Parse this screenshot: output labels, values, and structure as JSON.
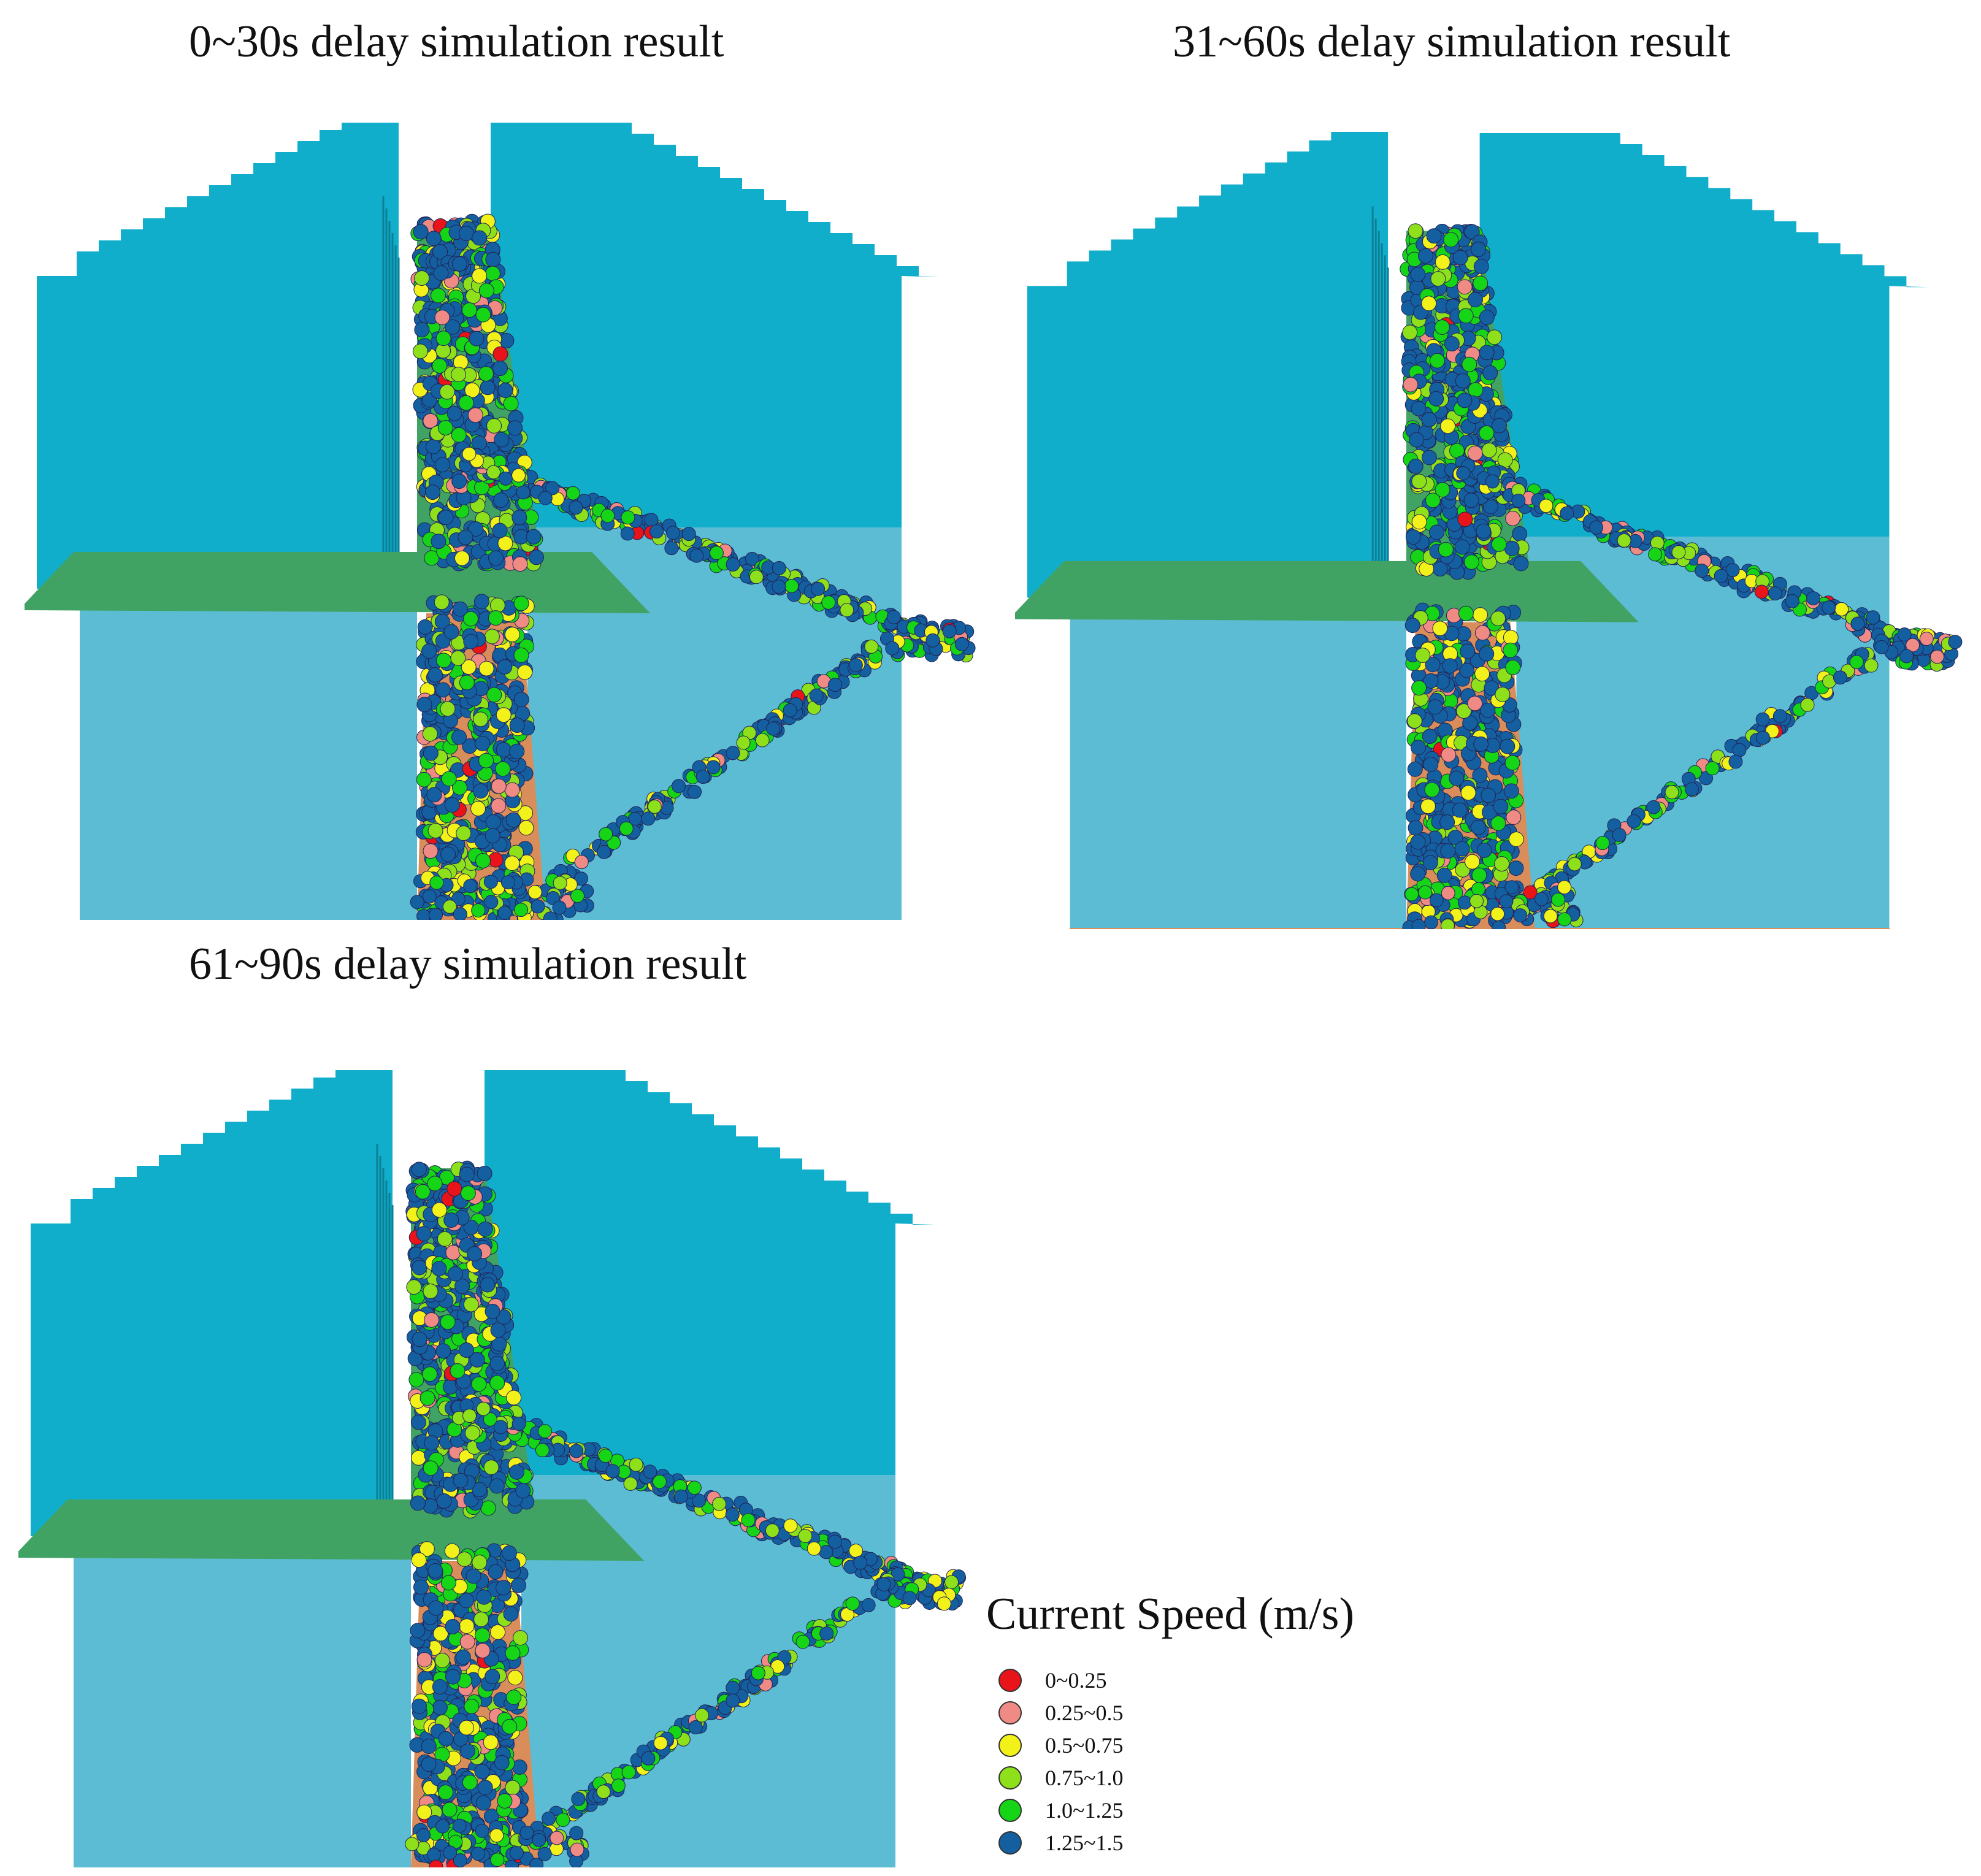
{
  "panels": [
    {
      "title": "0~30s delay simulation result"
    },
    {
      "title": "31~60s delay simulation result"
    },
    {
      "title": "61~90s delay simulation result"
    }
  ],
  "legend": {
    "title": "Current Speed (m/s)",
    "items": [
      {
        "label": "0~0.25",
        "color": "#e8141a"
      },
      {
        "label": "0.25~0.5",
        "color": "#f08a84"
      },
      {
        "label": "0.5~0.75",
        "color": "#f2f21a"
      },
      {
        "label": "0.75~1.0",
        "color": "#8ee01a"
      },
      {
        "label": "1.0~1.25",
        "color": "#16d416"
      },
      {
        "label": "1.25~1.5",
        "color": "#145fa0"
      }
    ]
  },
  "colors": {
    "upper_wall": "#11aecb",
    "lower_wall": "#5cbcd3",
    "upper_floor": "#40a364",
    "lower_floor": "#d98d5a"
  }
}
